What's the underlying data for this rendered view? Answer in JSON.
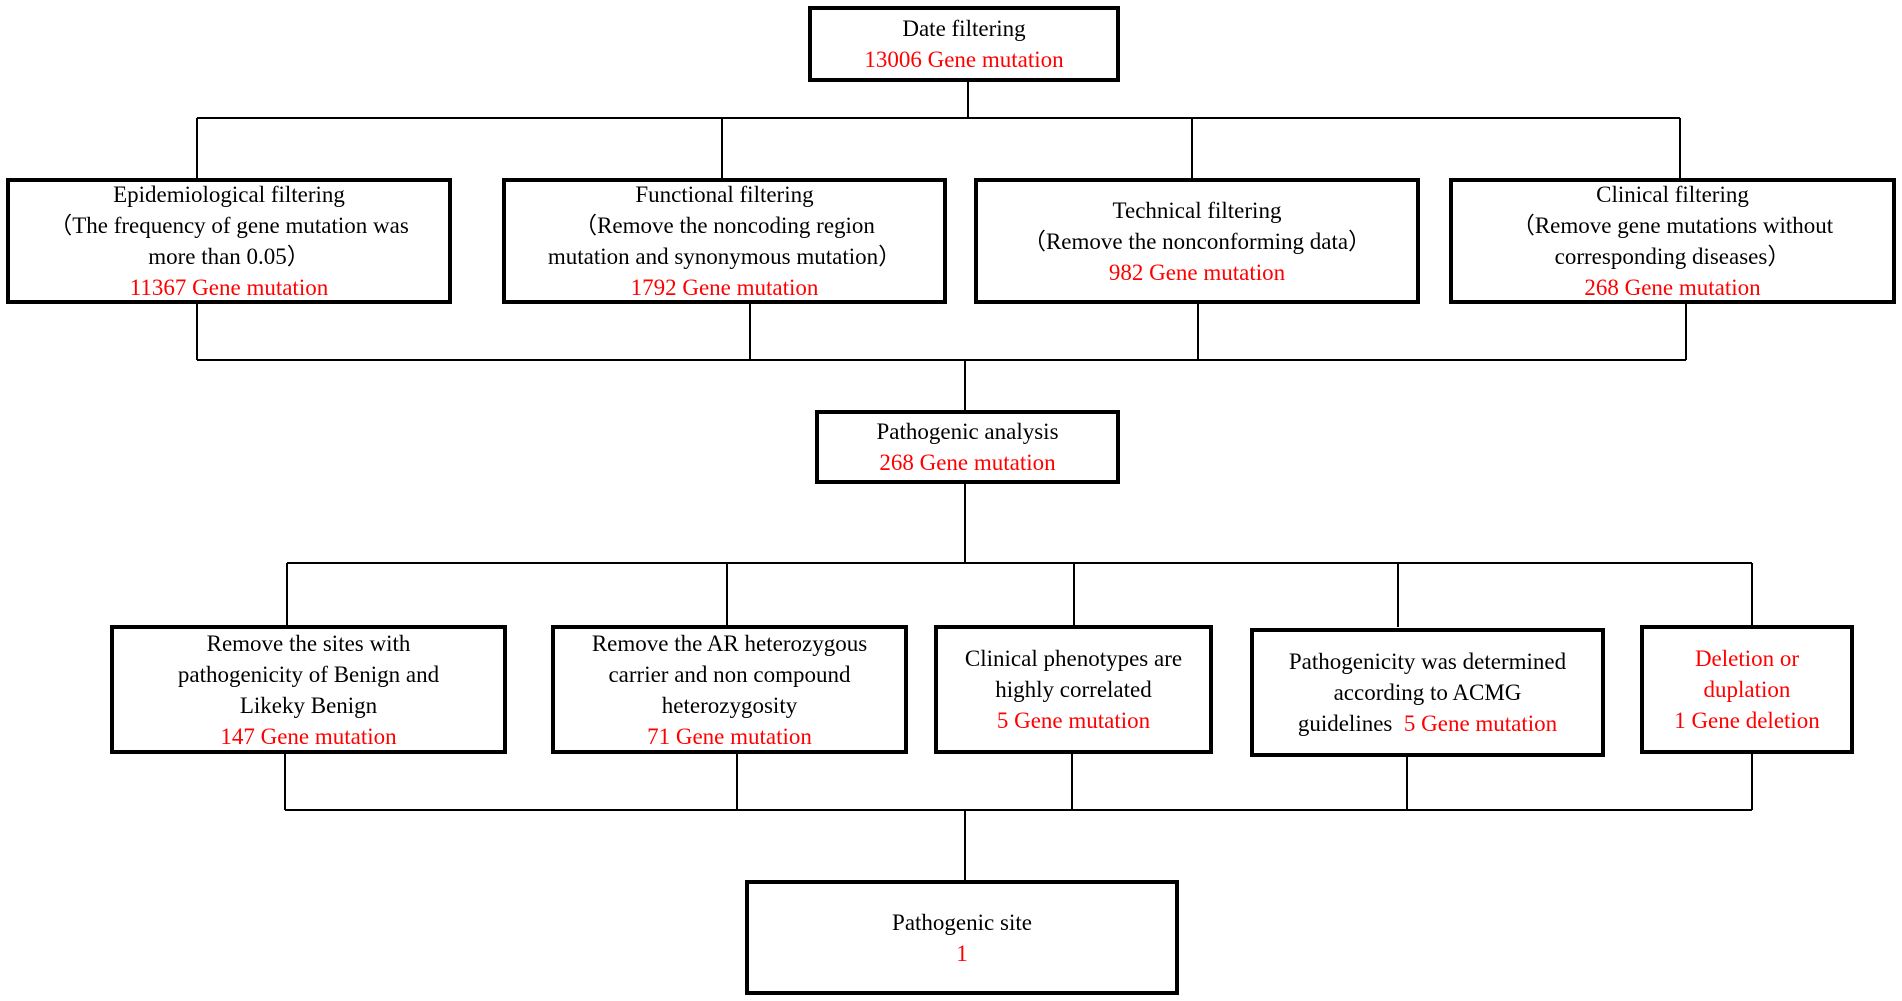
{
  "colors": {
    "highlight": "#ff0000",
    "border": "#000000"
  },
  "date_filtering": {
    "title": "Date filtering",
    "count": "13006 Gene  mutation"
  },
  "filters": {
    "epidemiological": {
      "title": "Epidemiological filtering",
      "line1": "（The frequency of gene mutation was",
      "line2": "more than 0.05）",
      "count": "11367 Gene  mutation"
    },
    "functional": {
      "title": "Functional  filtering",
      "line1": "（Remove the noncoding region",
      "line2": "mutation and synonymous mutation）",
      "count": "1792 Gene  mutation"
    },
    "technical": {
      "title": "Technical filtering",
      "line1": "（Remove the nonconforming data）",
      "count": "982 Gene  mutation"
    },
    "clinical": {
      "title": "Clinical filtering",
      "line1": "（Remove gene mutations without",
      "line2": "corresponding diseases）",
      "count": "268 Gene  mutation"
    }
  },
  "pathogenic_analysis": {
    "title": "Pathogenic analysis",
    "count": "268 Gene  mutation"
  },
  "criteria": {
    "benign": {
      "line1": "Remove the sites with",
      "line2": "pathogenicity of Benign and",
      "line3": "Likeky Benign",
      "count": "147 Gene  mutation"
    },
    "ar": {
      "line1": "Remove the AR heterozygous",
      "line2": "carrier and non compound",
      "line3": "heterozygosity",
      "count": "71 Gene  mutation"
    },
    "phenotype": {
      "line1": "Clinical phenotypes are",
      "line2": "highly correlated",
      "count": "5 Gene  mutation"
    },
    "acmg": {
      "line1": "Pathogenicity was determined",
      "line2": "according to ACMG",
      "line3_prefix": "guidelines",
      "count": "5 Gene  mutation"
    },
    "deletion": {
      "line1": "Deletion or",
      "line2": "duplation",
      "count": "1 Gene deletion"
    }
  },
  "pathogenic_site": {
    "title": "Pathogenic site",
    "count": "1"
  }
}
